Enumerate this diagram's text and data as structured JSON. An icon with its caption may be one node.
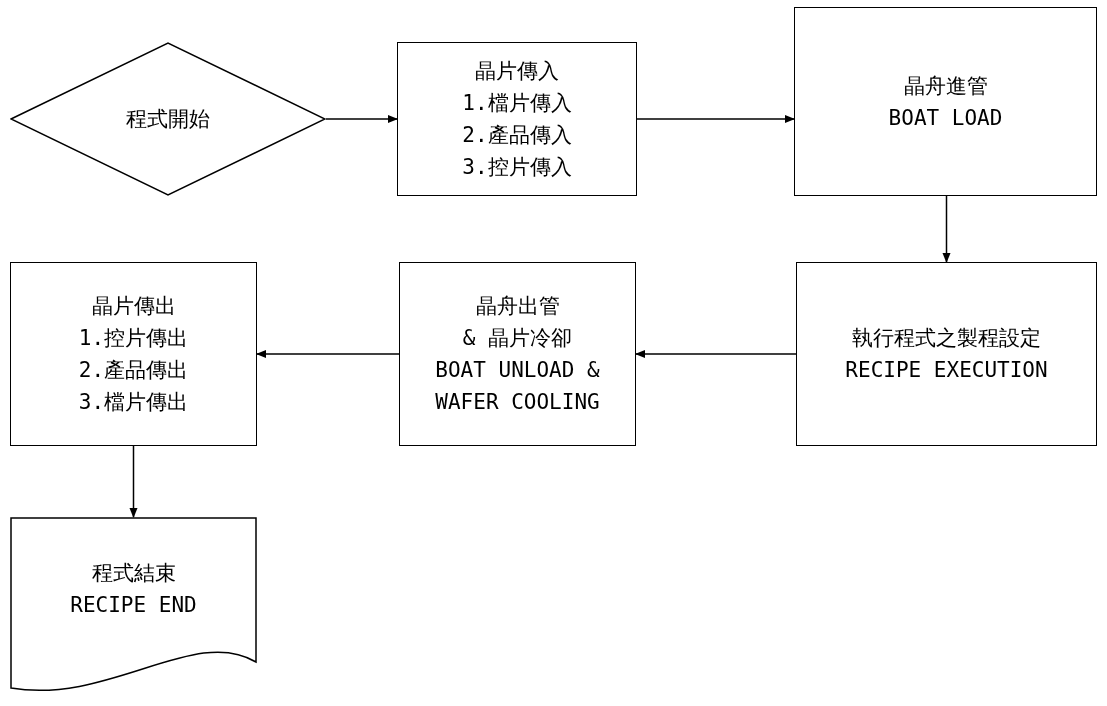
{
  "diagram": {
    "nodes": [
      {
        "text": [
          "程式開始"
        ]
      },
      {
        "text": [
          "晶片傳入",
          "1.檔片傳入",
          "2.產品傳入",
          "3.控片傳入"
        ]
      },
      {
        "text": [
          "晶舟進管",
          "BOAT LOAD"
        ]
      },
      {
        "text": [
          "執行程式之製程設定",
          "RECIPE EXECUTION"
        ]
      },
      {
        "text": [
          "晶舟出管",
          "& 晶片冷卻",
          "BOAT UNLOAD & WAFER COOLING"
        ]
      },
      {
        "text": [
          "晶片傳出",
          "1.控片傳出",
          "2.產品傳出",
          "3.檔片傳出"
        ]
      },
      {
        "text": [
          "程式結束",
          "RECIPE END"
        ]
      }
    ],
    "edges": [
      {
        "from": 0,
        "to": 1,
        "arrow": "to"
      },
      {
        "from": 1,
        "to": 2,
        "arrow": "to"
      },
      {
        "from": 2,
        "to": 3,
        "arrow": "to"
      },
      {
        "from": 3,
        "to": 4,
        "arrow": "to"
      },
      {
        "from": 4,
        "to": 5,
        "arrow": "to"
      },
      {
        "from": 5,
        "to": 6,
        "arrow": "to"
      }
    ]
  }
}
